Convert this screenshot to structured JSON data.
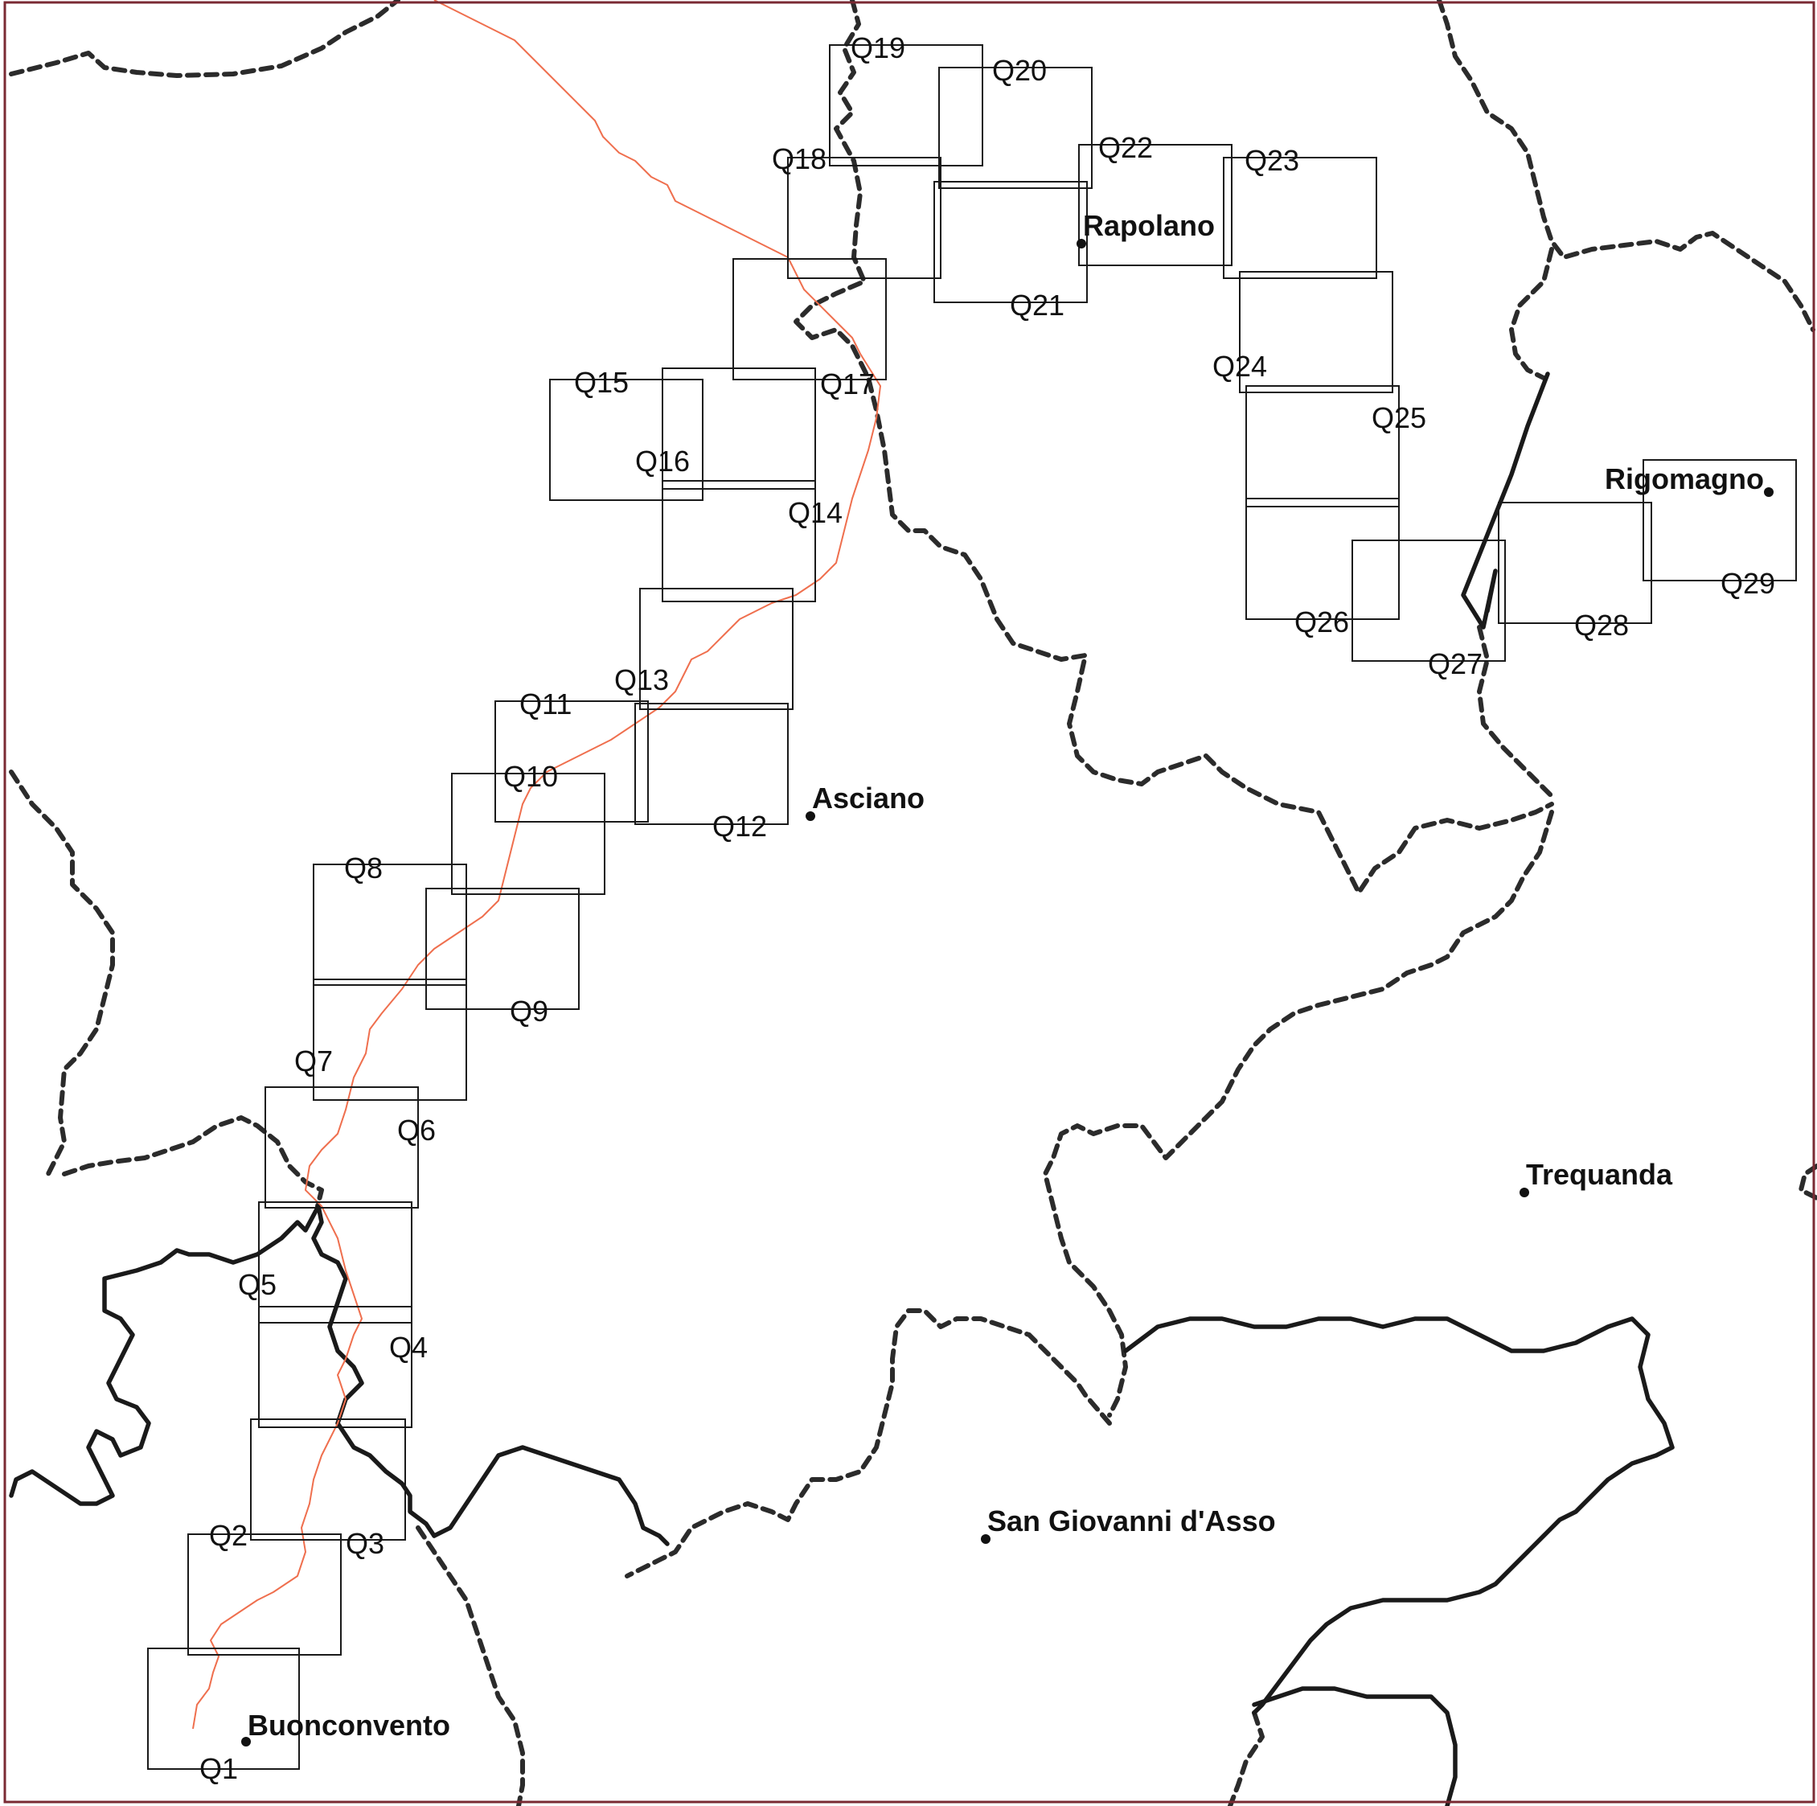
{
  "map": {
    "border_color": "#7a2a33",
    "route_color": "#ef6f4e",
    "boundary_color": "#2b2b2b",
    "tile_labels": [
      "Q1",
      "Q2",
      "Q3",
      "Q4",
      "Q5",
      "Q6",
      "Q7",
      "Q8",
      "Q9",
      "Q10",
      "Q11",
      "Q12",
      "Q13",
      "Q14",
      "Q15",
      "Q16",
      "Q17",
      "Q18",
      "Q19",
      "Q20",
      "Q21",
      "Q22",
      "Q23",
      "Q24",
      "Q25",
      "Q26",
      "Q27",
      "Q28",
      "Q29"
    ],
    "towns": [
      {
        "name": "Buonconvento"
      },
      {
        "name": "Asciano"
      },
      {
        "name": "Rapolano"
      },
      {
        "name": "Rigomagno"
      },
      {
        "name": "Trequanda"
      },
      {
        "name": "San Giovanni d'Asso"
      }
    ]
  }
}
